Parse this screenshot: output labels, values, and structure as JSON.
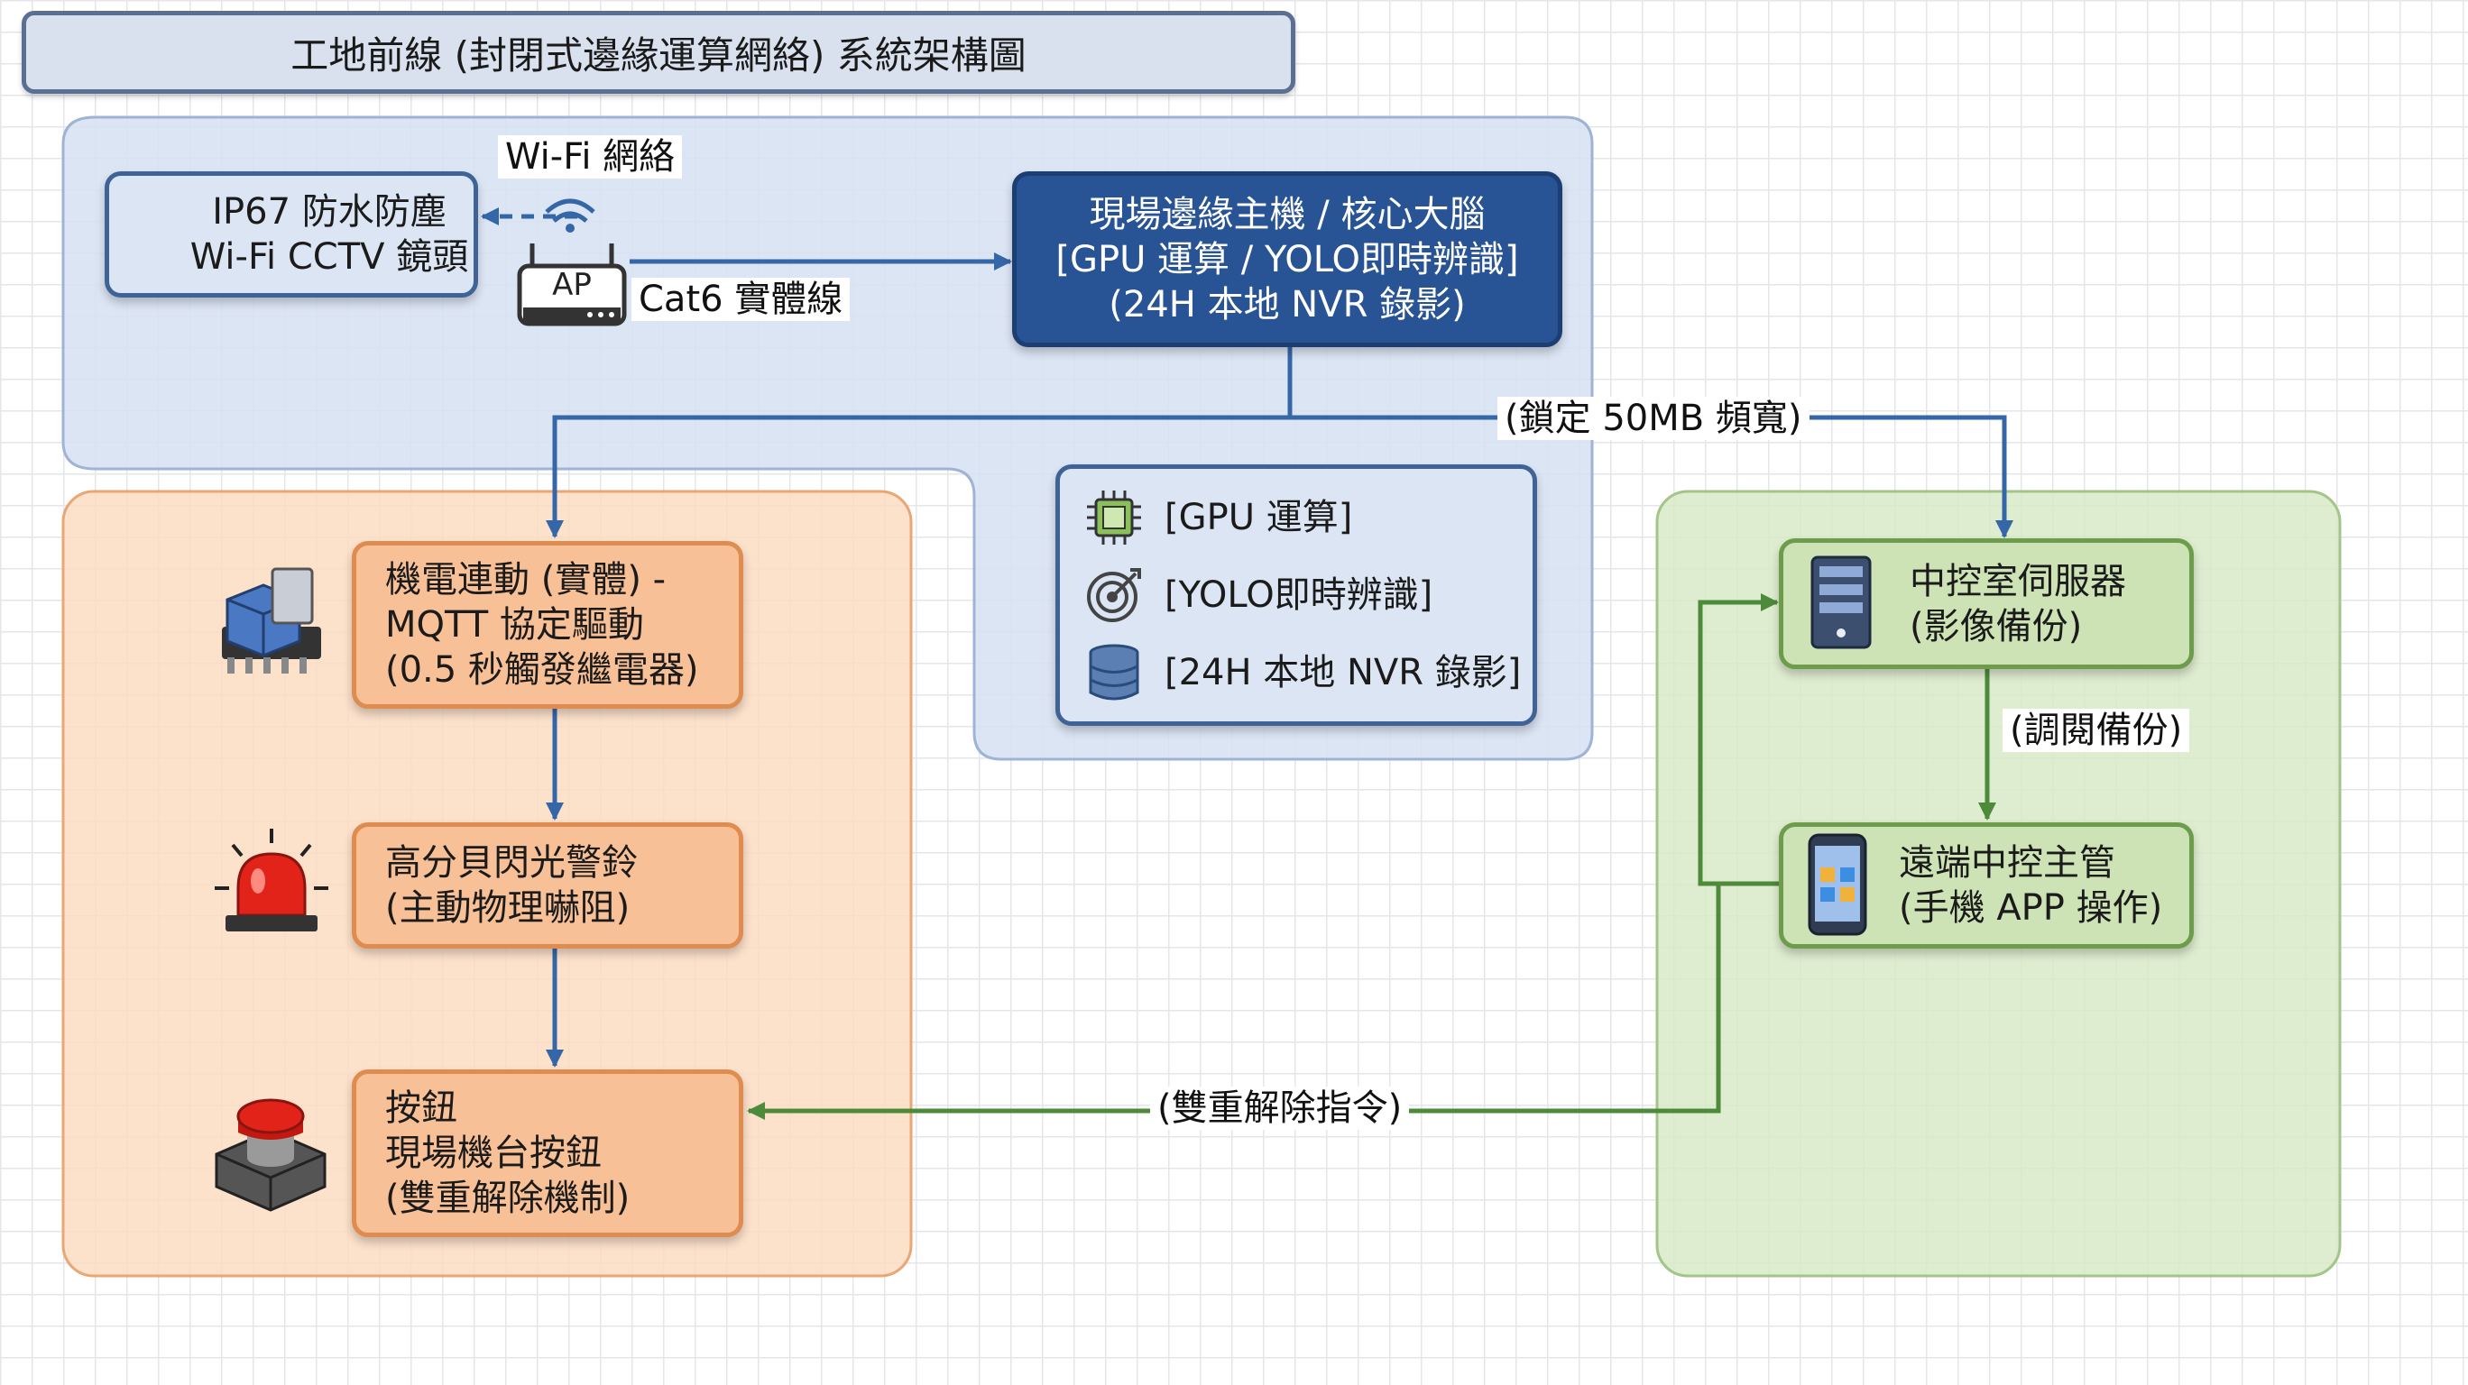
{
  "title": "工地前線 (封閉式邊緣運算網絡) 系統架構圖",
  "nodes": {
    "cctv": [
      "IP67 防水防塵",
      "Wi-Fi CCTV 鏡頭"
    ],
    "ap_label": "AP",
    "edge_host": [
      "現場邊緣主機 / 核心大腦",
      "[GPU 運算 / YOLO即時辨識]",
      "(24H 本地 NVR 錄影)"
    ],
    "relay": [
      "機電連動 (實體) -",
      "MQTT 協定驅動",
      "(0.5 秒觸發繼電器)"
    ],
    "alarm": [
      "高分貝閃光警鈴",
      "(主動物理嚇阻)"
    ],
    "button": [
      "按鈕",
      "現場機台按鈕",
      "(雙重解除機制)"
    ],
    "server": [
      "中控室伺服器",
      "(影像備份)"
    ],
    "remote": [
      "遠端中控主管",
      "(手機 APP 操作)"
    ]
  },
  "legend": [
    "[GPU 運算]",
    "[YOLO即時辨識]",
    "[24H 本地 NVR 錄影]"
  ],
  "edge_labels": {
    "wifi": "Wi-Fi 網絡",
    "cat6": "Cat6 實體線",
    "bandwidth": "(鎖定 50MB 頻寬)",
    "backup": "(調閱備份)",
    "release": "(雙重解除指令)"
  },
  "icons": [
    "cctv-camera-icon",
    "wifi-router-icon",
    "relay-module-icon",
    "siren-icon",
    "push-button-icon",
    "server-icon",
    "smartphone-icon",
    "chip-icon",
    "target-icon",
    "database-icon"
  ],
  "colors": {
    "blue_zone": "#d6e0f2",
    "orange_zone": "#fbdcc2",
    "green_zone": "#d8e9c7",
    "blue_line": "#3566a8",
    "green_line": "#4d8a3a"
  }
}
